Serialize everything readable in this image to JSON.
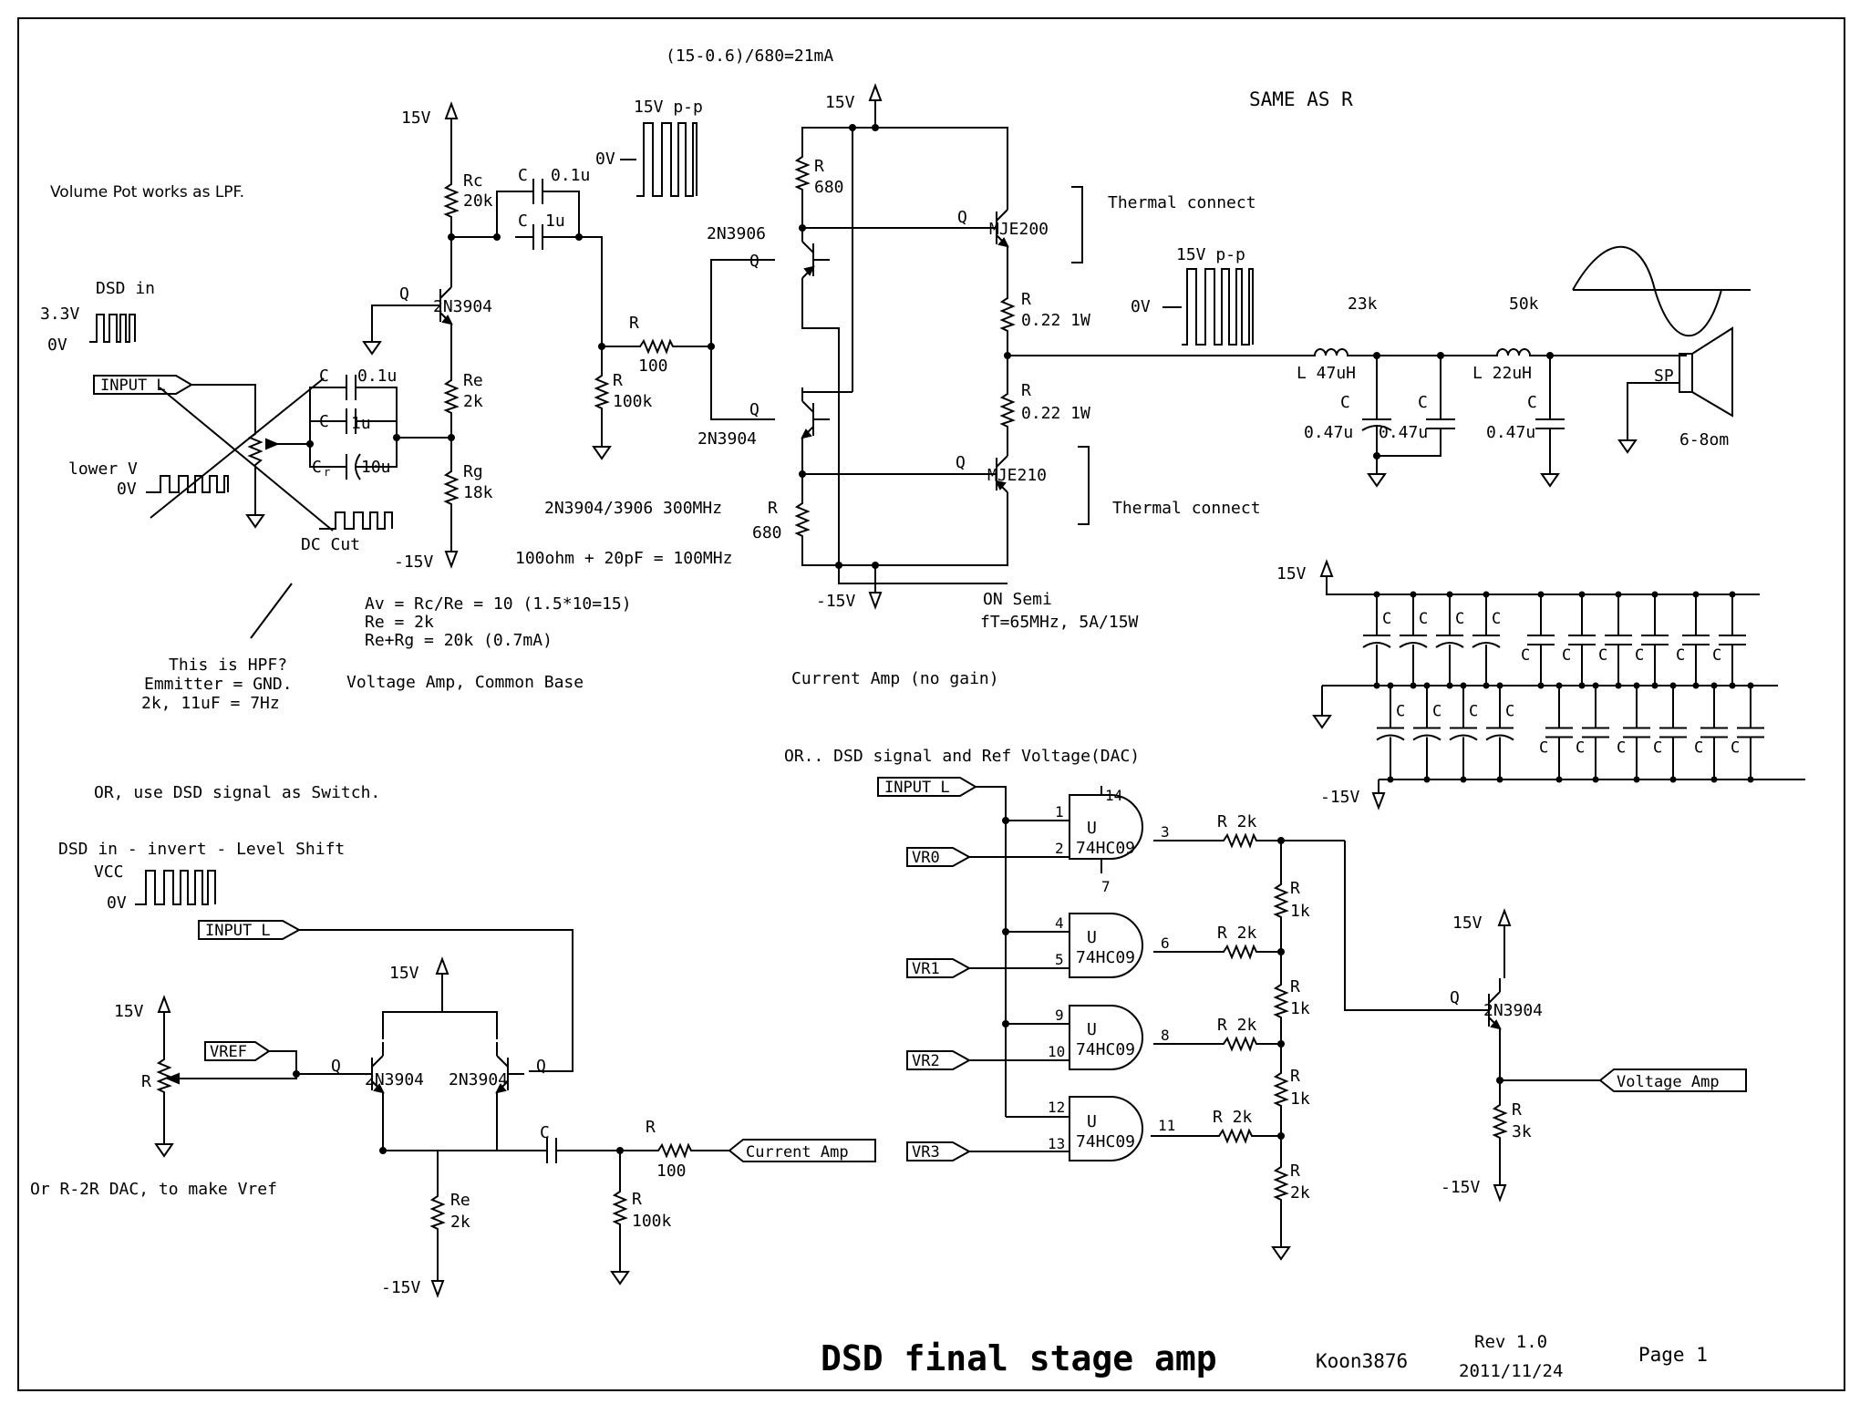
{
  "labels": {
    "volume_pot_note": "Volume Pot works as LPF.",
    "dsd_in": "DSD in",
    "v3_3": "3.3V",
    "v0": "0V",
    "input_l": "INPUT L",
    "lower_v": "lower V",
    "dc_cut": "DC Cut",
    "hpf_q": "This is HPF?",
    "emitter_gnd": "Emmitter = GND.",
    "hpf_calc": "2k, 11uF = 7Hz",
    "v15": "15V",
    "vm15": "-15V",
    "q": "Q",
    "r": "R",
    "c": "C",
    "u": "U",
    "sp": "SP",
    "cr": "C",
    "cr_sub": "r",
    "rc": "Rc",
    "rc_val": "20k",
    "re": "Re",
    "re_val": "2k",
    "rg": "Rg",
    "rg_val": "18k",
    "q_2n3904": "2N3904",
    "q_2n3906": "2N3906",
    "c01u": "0.1u",
    "c1u": "1u",
    "c10u": "10u",
    "r100": "100",
    "r100k": "100k",
    "r680": "680",
    "r022": "0.22 1W",
    "mje200": "MJE200",
    "mje210": "MJE210",
    "thermal": "Thermal connect",
    "current_formula": "(15-0.6)/680=21mA",
    "pp15": "15V p-p",
    "same_as_r": "SAME AS R",
    "av_line": "Av = Rc/Re = 10 (1.5*10=15)",
    "re_line": "Re = 2k",
    "rerg_line": "Re+Rg = 20k (0.7mA)",
    "voltage_amp_cb": "Voltage Amp, Common Base",
    "bw_line": "2N3904/3906 300MHz",
    "rc_line": "100ohm + 20pF = 100MHz",
    "on_semi": "ON Semi",
    "ft_line": "fT=65MHz, 5A/15W",
    "current_amp_nogain": "Current Amp (no gain)",
    "f23k": "23k",
    "f50k": "50k",
    "l47": "L 47uH",
    "l22": "L 22uH",
    "c047": "0.47u",
    "speaker": "6-8om",
    "or_switch": "OR, use DSD signal as Switch.",
    "dsd_invert": "DSD in - invert - Level Shift",
    "vcc": "VCC",
    "vref": "VREF",
    "r2r_note": "Or R-2R DAC, to make Vref",
    "current_amp_tag": "Current Amp",
    "or_dac": "OR.. DSD signal and Ref Voltage(DAC)",
    "hc09": "74HC09",
    "r2k": "R 2k",
    "r1k": "1k",
    "r2k_b": "2k",
    "r3k": "3k",
    "voltage_amp_tag": "Voltage Amp",
    "vr0": "VR0",
    "vr1": "VR1",
    "vr2": "VR2",
    "vr3": "VR3",
    "pin1": "1",
    "pin2": "2",
    "pin3": "3",
    "pin4": "4",
    "pin5": "5",
    "pin6": "6",
    "pin7": "7",
    "pin8": "8",
    "pin9": "9",
    "pin10": "10",
    "pin11": "11",
    "pin12": "12",
    "pin13": "13",
    "pin14": "14"
  },
  "title_block": {
    "title": "DSD final stage amp",
    "author": "Koon3876",
    "rev": "Rev 1.0",
    "date": "2011/11/24",
    "page": "Page 1"
  }
}
